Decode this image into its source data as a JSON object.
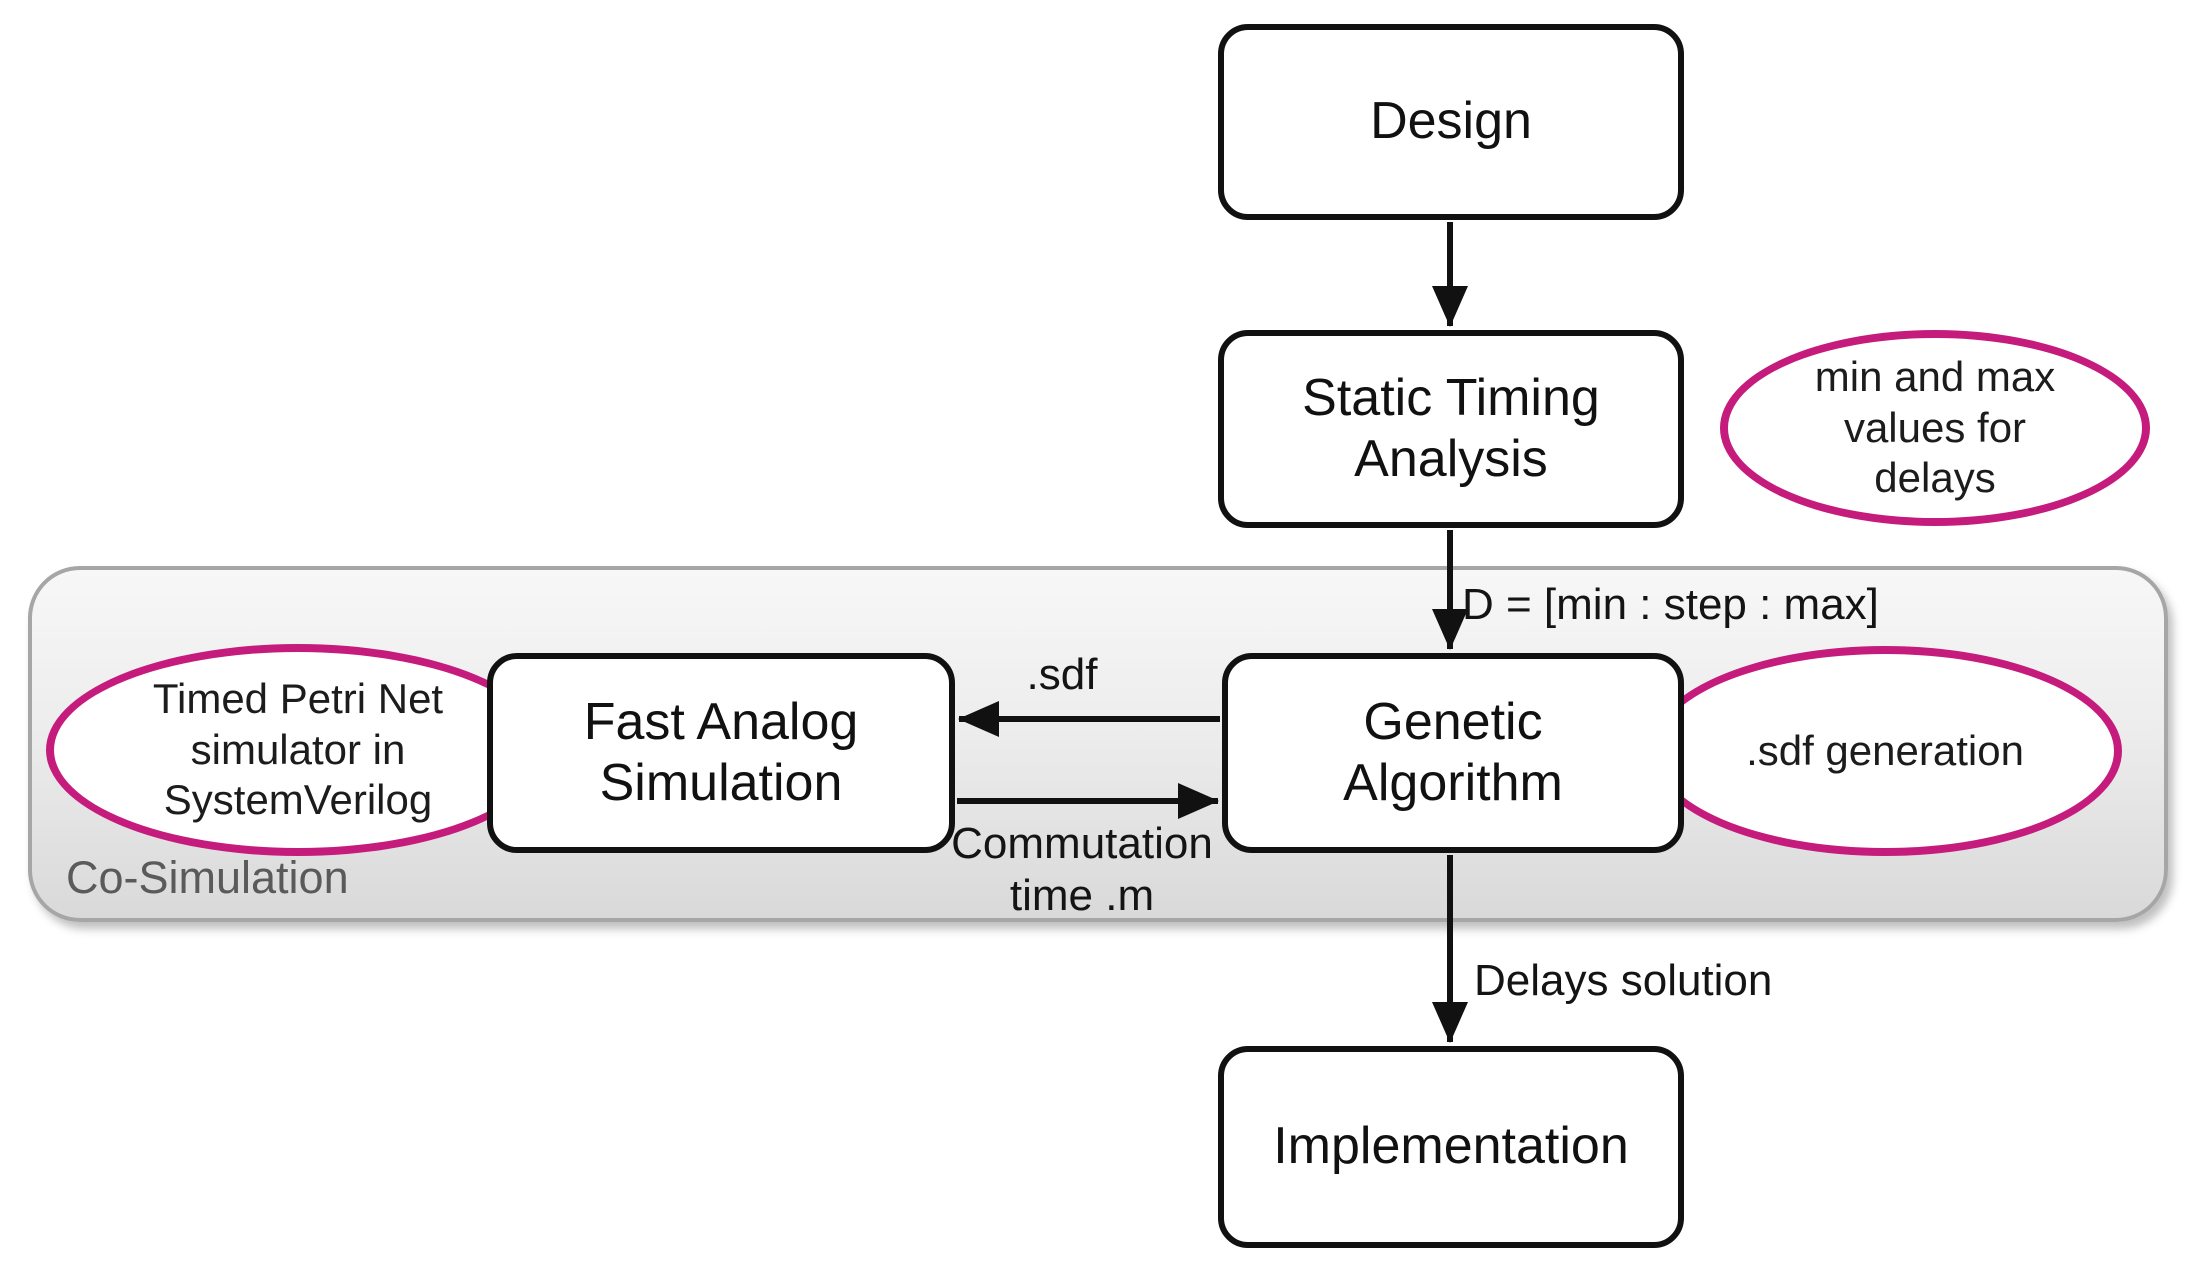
{
  "nodes": {
    "design": {
      "label": "Design"
    },
    "sta": {
      "label": "Static Timing Analysis"
    },
    "fast_analog": {
      "label": "Fast Analog Simulation"
    },
    "genetic": {
      "label": "Genetic Algorithm"
    },
    "implementation": {
      "label": "Implementation"
    }
  },
  "annotations": {
    "petri": {
      "label": "Timed Petri Net simulator in SystemVerilog"
    },
    "min_max": {
      "label": "min and max values for delays"
    },
    "sdf_gen": {
      "label": ".sdf generation"
    }
  },
  "container": {
    "label": "Co-Simulation"
  },
  "edge_labels": {
    "d_range": {
      "label": "D = [min : step : max]"
    },
    "sdf": {
      "label": ".sdf"
    },
    "commutation": {
      "label": "Commutation time .m"
    },
    "delays": {
      "label": "Delays solution"
    }
  },
  "colors": {
    "highlight": "#c51b7d",
    "node_border": "#111111",
    "container_border": "#a6a6a6",
    "container_fill": "#ededed",
    "muted_text": "#5a5a5a"
  }
}
